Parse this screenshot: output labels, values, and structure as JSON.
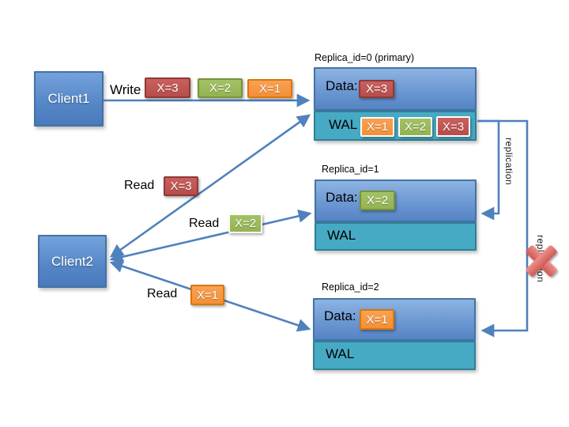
{
  "palette": {
    "red": "#C0504D",
    "green": "#9BBB59",
    "orange": "#F79646",
    "node_blue": "#4F81BD",
    "wal_teal": "#4BACC6",
    "connector_blue": "#4F81BD",
    "fail_x_red": "#DD6F6A"
  },
  "clients": [
    {
      "label": "Client1"
    },
    {
      "label": "Client2"
    }
  ],
  "write": {
    "label": "Write",
    "chips": [
      {
        "text": "X=3",
        "color": "red",
        "border": "border-dark"
      },
      {
        "text": "X=2",
        "color": "green",
        "border": "border-dark"
      },
      {
        "text": "X=1",
        "color": "orange",
        "border": "border-dark"
      }
    ]
  },
  "reads": [
    {
      "label": "Read",
      "chip": {
        "text": "X=3",
        "color": "red",
        "border": "border-dark"
      }
    },
    {
      "label": "Read",
      "chip": {
        "text": "X=2",
        "color": "green",
        "border": "border-white"
      }
    },
    {
      "label": "Read",
      "chip": {
        "text": "X=1",
        "color": "orange",
        "border": "border-dark"
      }
    }
  ],
  "replicas": [
    {
      "title": "Replica_id=0 (primary)",
      "data_label": "Data:",
      "data_chip": {
        "text": "X=3",
        "color": "red",
        "border": "border-dark"
      },
      "wal_label": "WAL",
      "wal_chips": [
        {
          "text": "X=1",
          "color": "orange",
          "border": "border-white"
        },
        {
          "text": "X=2",
          "color": "green",
          "border": "border-white"
        },
        {
          "text": "X=3",
          "color": "red",
          "border": "border-white"
        }
      ]
    },
    {
      "title": "Replica_id=1",
      "data_label": "Data:",
      "data_chip": {
        "text": "X=2",
        "color": "green",
        "border": "border-dark"
      },
      "wal_label": "WAL"
    },
    {
      "title": "Replica_id=2",
      "data_label": "Data:",
      "data_chip": {
        "text": "X=1",
        "color": "orange",
        "border": "border-dark"
      },
      "wal_label": "WAL"
    }
  ],
  "replication_labels": [
    "replication",
    "replication"
  ]
}
